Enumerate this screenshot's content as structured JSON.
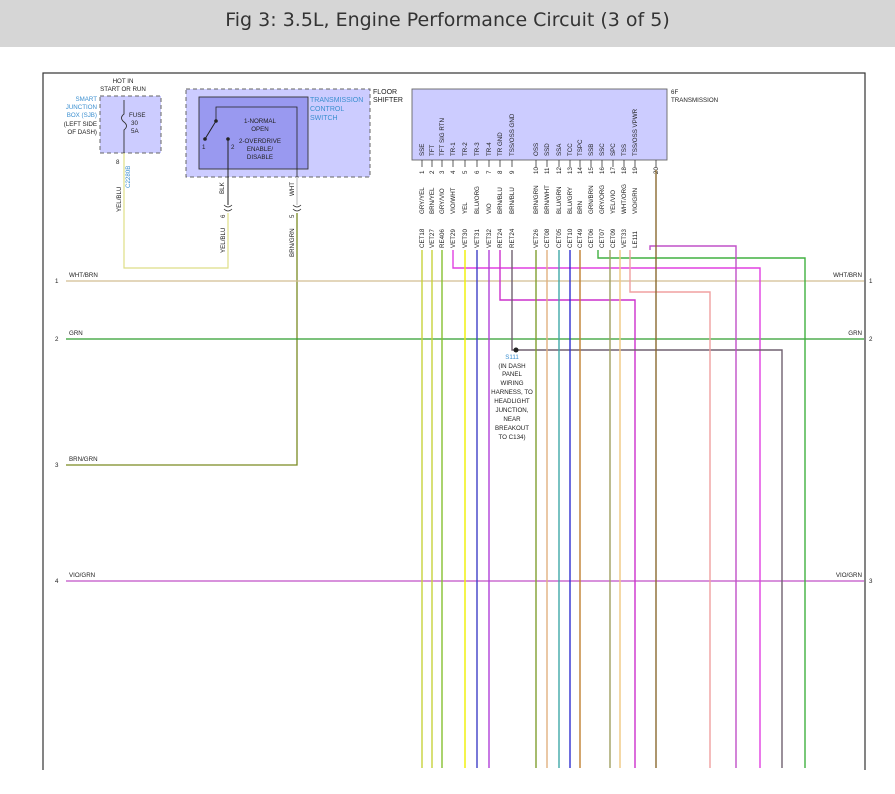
{
  "title": "Fig 3: 3.5L, Engine Performance Circuit (3 of 5)",
  "hot_in": [
    "HOT IN",
    "START OR RUN"
  ],
  "sjb": {
    "name_lines": [
      "SMART",
      "JUNCTION",
      "BOX (SJB)"
    ],
    "loc_lines": [
      "(LEFT SIDE",
      "OF DASH)"
    ],
    "fuse_lines": [
      "FUSE",
      "30",
      "5A"
    ],
    "pin": "8",
    "connector": "C2280B",
    "wire_color": "YEL/BLU"
  },
  "switch": {
    "name_lines": [
      "TRANSMISSION",
      "CONTROL",
      "SWITCH"
    ],
    "location_lines": [
      "FLOOR",
      "SHIFTER"
    ],
    "state_lines": [
      "1-NORMAL",
      "OPEN",
      "2-OVERDRIVE",
      "ENABLE/",
      "DISABLE"
    ],
    "pos1": "1",
    "pos2": "2",
    "pin_blk": "6",
    "wire_blk": "BLK",
    "pin_wht": "5",
    "wire_wht": "WHT",
    "wire_left_lower": "YEL/BLU",
    "wire_right_lower": "BRN/GRN"
  },
  "trans": {
    "name_lines": [
      "6F",
      "TRANSMISSION"
    ],
    "pins": [
      {
        "name": "SSE",
        "num": "1",
        "color": "GRY/YEL",
        "circuit": "CET18"
      },
      {
        "name": "TFT",
        "num": "2",
        "color": "BRN/YEL",
        "circuit": "VET27"
      },
      {
        "name": "TFT SIG RTN",
        "num": "3",
        "color": "GRY/VIO",
        "circuit": "RE406"
      },
      {
        "name": "TR-1",
        "num": "4",
        "color": "VIO/WHT",
        "circuit": "VET29"
      },
      {
        "name": "TR-2",
        "num": "5",
        "color": "YEL",
        "circuit": "VET30"
      },
      {
        "name": "TR-3",
        "num": "6",
        "color": "BLU/ORG",
        "circuit": "VET31"
      },
      {
        "name": "TR-4",
        "num": "7",
        "color": "VIO",
        "circuit": "VET32"
      },
      {
        "name": "TR GND",
        "num": "8",
        "color": "BRN/BLU",
        "circuit": "RET24"
      },
      {
        "name": "TSS/OSS GND",
        "num": "9",
        "color": "BRN/BLU",
        "circuit": "RET24"
      },
      {
        "name": "OSS",
        "num": "10",
        "color": "BRN/GRN",
        "circuit": "VET26"
      },
      {
        "name": "SSD",
        "num": "11",
        "color": "BRN/WHT",
        "circuit": "CET08"
      },
      {
        "name": "SSA",
        "num": "12",
        "color": "BLU/GRN",
        "circuit": "CET05"
      },
      {
        "name": "TCC",
        "num": "13",
        "color": "BLU/GRY",
        "circuit": "CET10"
      },
      {
        "name": "TSPC",
        "num": "14",
        "color": "BRN",
        "circuit": "CET49"
      },
      {
        "name": "SSB",
        "num": "15",
        "color": "GRN/BRN",
        "circuit": "CET06"
      },
      {
        "name": "SSC",
        "num": "16",
        "color": "GRY/ORG",
        "circuit": "CET07"
      },
      {
        "name": "SPC",
        "num": "17",
        "color": "YEL/VIO",
        "circuit": "CET09"
      },
      {
        "name": "TSS",
        "num": "18",
        "color": "WHT/ORG",
        "circuit": "VET33"
      },
      {
        "name": "TSS/OSS VPWR",
        "num": "19",
        "color": "VIO/GRN",
        "circuit": "LE111"
      },
      {
        "name": "",
        "num": "20",
        "color": "",
        "circuit": ""
      }
    ]
  },
  "splice": {
    "name": "S111",
    "desc_lines": [
      "(IN DASH",
      "PANEL",
      "WIRING",
      "HARNESS, TO",
      "HEADLIGHT",
      "JUNCTION,",
      "NEAR",
      "BREAKOUT",
      "TO C134)"
    ]
  },
  "buses": [
    {
      "num": "1",
      "label": "WHT/BRN",
      "right_label": "WHT/BRN",
      "right_num": "1",
      "color": "#d2be92"
    },
    {
      "num": "2",
      "label": "GRN",
      "right_label": "GRN",
      "right_num": "2",
      "color": "#2e9e2e"
    },
    {
      "num": "3",
      "label": "BRN/GRN",
      "right_label": "",
      "right_num": "",
      "color": "#7a8a22"
    },
    {
      "num": "4",
      "label": "VIO/GRN",
      "right_label": "VIO/GRN",
      "right_num": "3",
      "color": "#c050c8"
    }
  ],
  "colors": {
    "title_bg": "#d6d6d6",
    "module_fill": "#ccccff",
    "switch_inner_fill": "#9999f0",
    "label_blue": "#3b8fd0"
  }
}
